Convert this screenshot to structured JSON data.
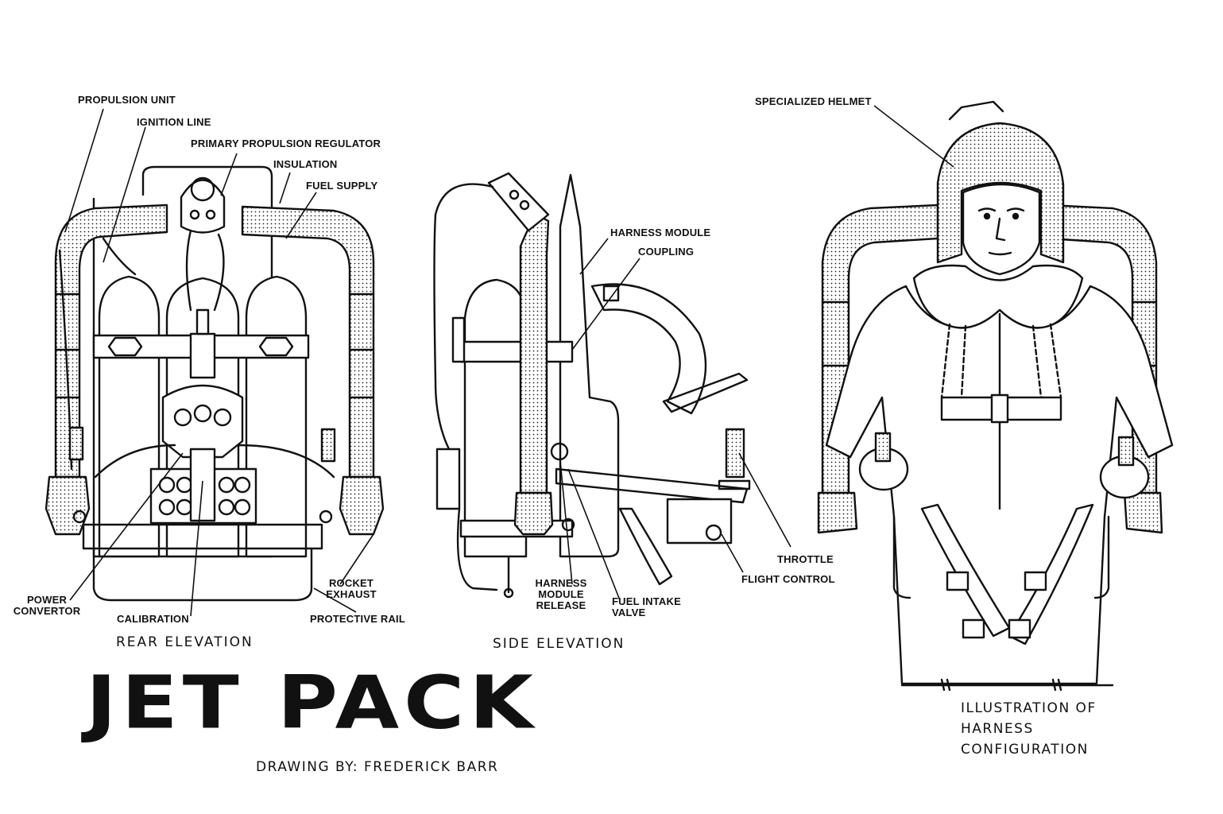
{
  "title": "JET PACK",
  "credit": "DRAWING BY: FREDERICK BARR",
  "captions": {
    "rear": "REAR ELEVATION",
    "side": "SIDE ELEVATION",
    "harness": "ILLUSTRATION OF\nHARNESS\nCONFIGURATION"
  },
  "labels": {
    "propulsion_unit": "PROPULSION UNIT",
    "ignition_line": "IGNITION LINE",
    "primary_regulator": "PRIMARY PROPULSION REGULATOR",
    "insulation": "INSULATION",
    "fuel_supply": "FUEL SUPPLY",
    "power_convertor_1": "POWER",
    "power_convertor_2": "CONVERTOR",
    "calibration": "CALIBRATION",
    "rocket_exhaust_1": "ROCKET",
    "rocket_exhaust_2": "EXHAUST",
    "protective_rail": "PROTECTIVE RAIL",
    "harness_module": "HARNESS MODULE",
    "coupling": "COUPLING",
    "harness_release_1": "HARNESS",
    "harness_release_2": "MODULE",
    "harness_release_3": "RELEASE",
    "fuel_intake_1": "FUEL INTAKE",
    "fuel_intake_2": "VALVE",
    "throttle": "THROTTLE",
    "flight_control": "FLIGHT CONTROL",
    "specialized_helmet": "SPECIALIZED HELMET"
  }
}
